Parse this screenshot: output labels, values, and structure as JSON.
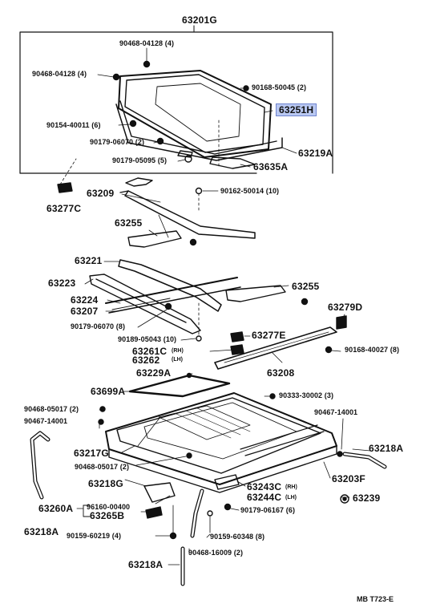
{
  "diagram": {
    "title_part": "63201G",
    "highlighted_part": "63251H",
    "parts": [
      "90468-04128 (4)",
      "90468-04128 (4)",
      "90168-50045 (2)",
      "90154-40011 (6)",
      "90179-06070 (2)",
      "63219A",
      "90179-05095 (5)",
      "63635A",
      "63277C",
      "63209",
      "90162-50014 (10)",
      "63255",
      "63221",
      "63223",
      "63255",
      "63224",
      "63207",
      "90179-06070 (8)",
      "63279D",
      "90189-05043 (10)",
      "63277E",
      "63261C",
      "(RH)",
      "63262",
      "(LH)",
      "90168-40027 (8)",
      "63229A",
      "63208",
      "63699A",
      "90333-30002 (3)",
      "90468-05017 (2)",
      "90467-14001",
      "90467-14001",
      "63217G",
      "63218A",
      "90468-05017 (2)",
      "63203F",
      "63218G",
      "63243C",
      "(RH)",
      "63244C",
      "(LH)",
      "63239",
      "63260A",
      "96160-00400",
      "63265B",
      "90179-06167 (6)",
      "63218A",
      "90159-60348 (8)",
      "90159-60219 (4)",
      "90468-16009 (2)",
      "63218A"
    ],
    "footer": "MB  T723-E"
  }
}
